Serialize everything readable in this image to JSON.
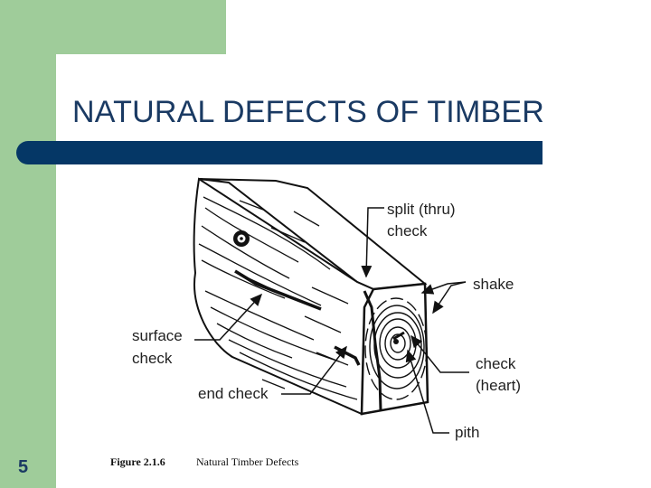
{
  "slide": {
    "title": "NATURAL DEFECTS OF TIMBER",
    "number": "5"
  },
  "diagram": {
    "labels": {
      "split_line1": "split (thru)",
      "split_line2": "check",
      "shake": "shake",
      "surface_line1": "surface",
      "surface_line2": "check",
      "check_heart_line1": "check",
      "check_heart_line2": "(heart)",
      "end_check": "end check",
      "pith": "pith"
    },
    "caption": {
      "figure": "Figure 2.1.6",
      "text": "Natural Timber Defects"
    }
  },
  "colors": {
    "accent_bar": "#053766",
    "side_green": "#9fcc9a",
    "title_text": "#1a3a63"
  }
}
